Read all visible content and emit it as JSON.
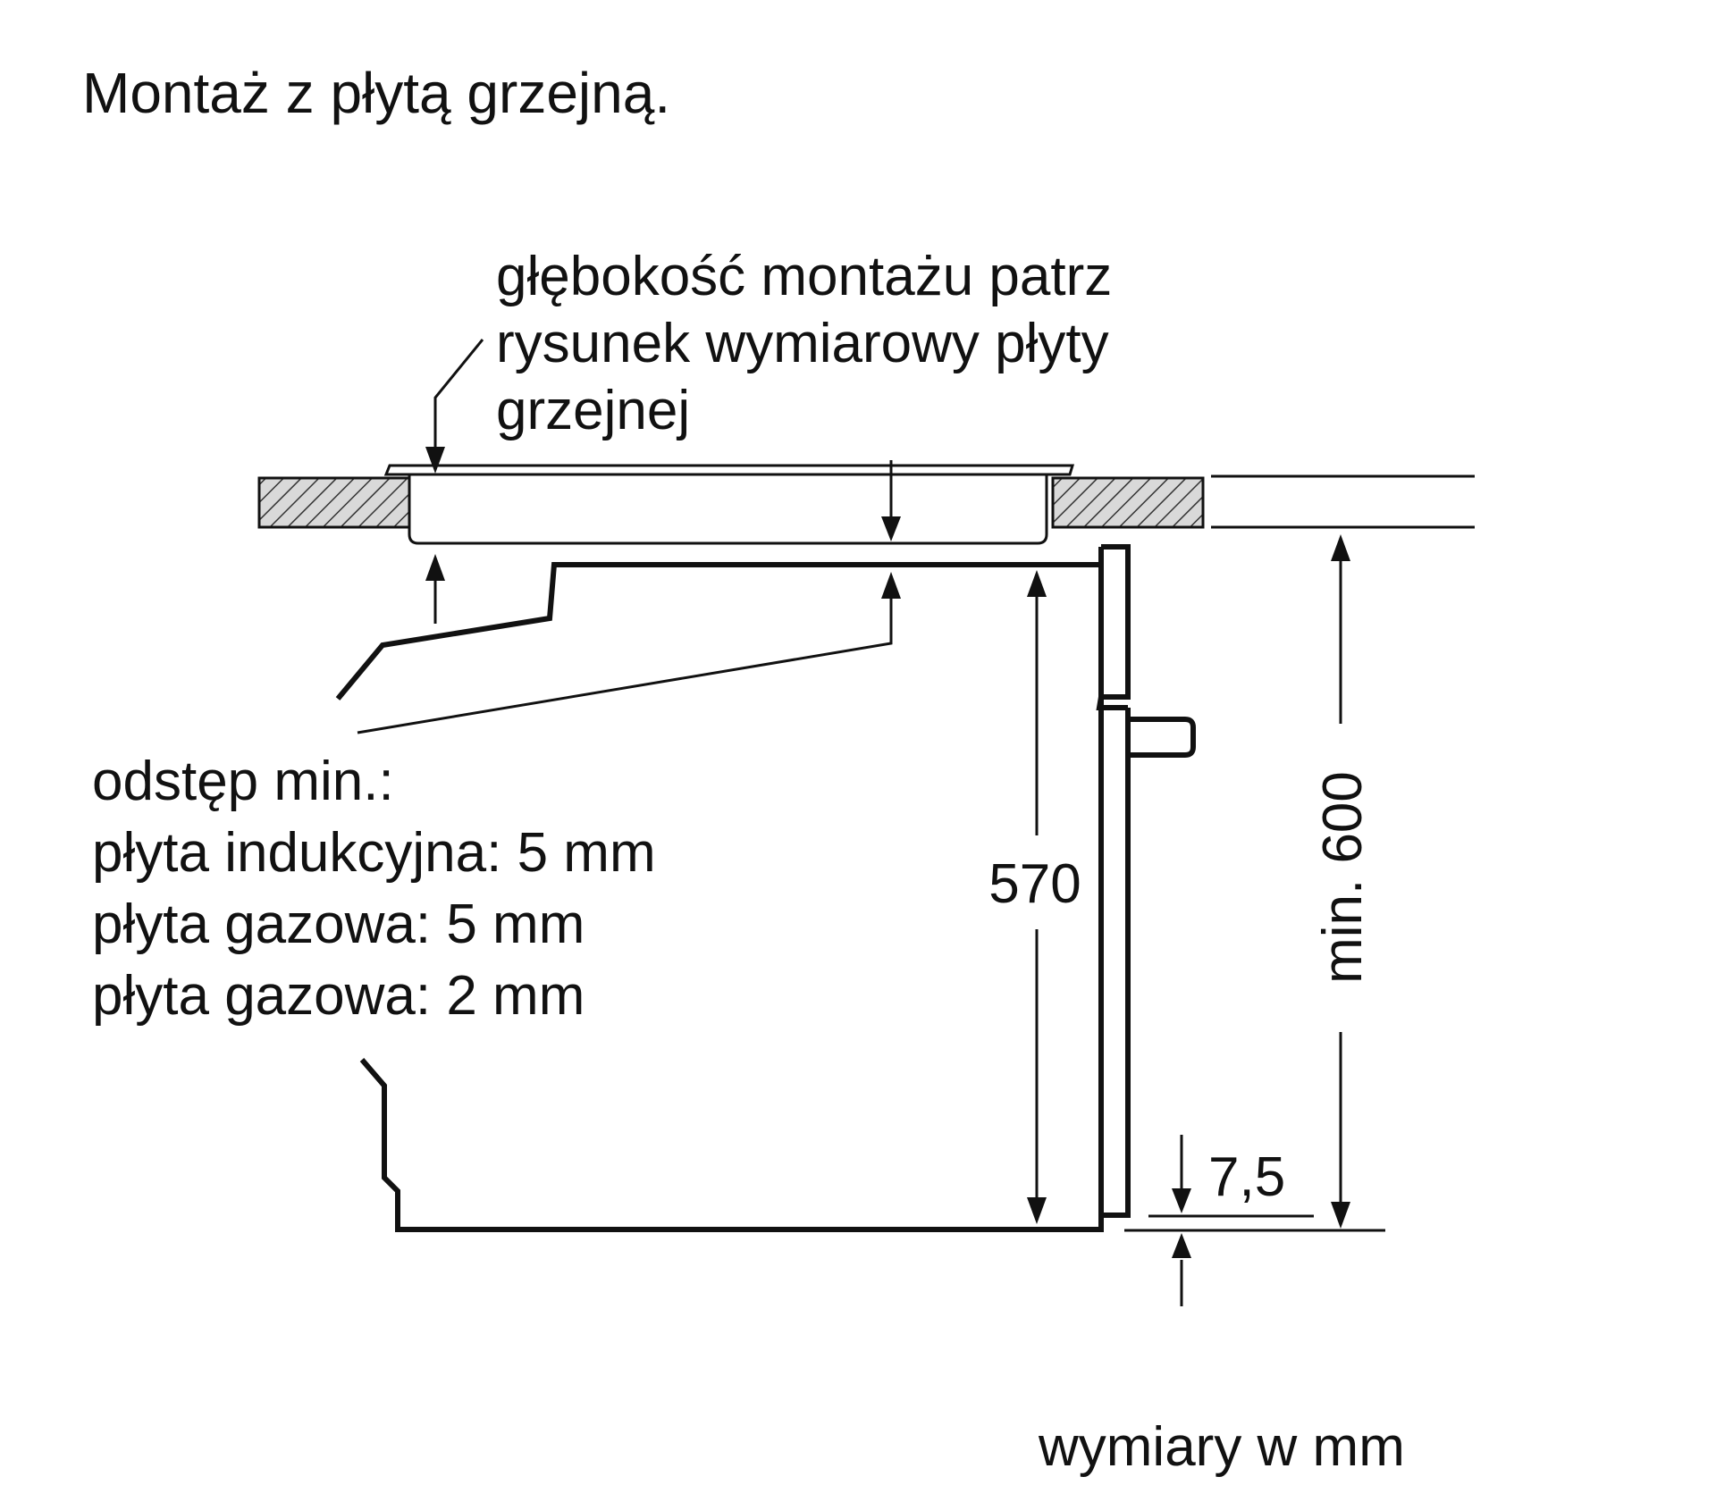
{
  "title": "Montaż z płytą grzejną.",
  "hob_note": {
    "lines": [
      "głębokość montażu patrz",
      "rysunek wymiarowy płyty",
      "grzejnej"
    ]
  },
  "clearance_note": {
    "lines": [
      "odstęp min.:",
      "płyta indukcyjna: 5 mm",
      "płyta gazowa: 5 mm",
      "płyta gazowa: 2 mm"
    ]
  },
  "dimensions": {
    "oven_height": "570",
    "niche_height": "min. 600",
    "offset": "7,5"
  },
  "units_note": "wymiary w mm",
  "colors": {
    "line": "#111111",
    "hatch_fill": "#d9d9d9",
    "background": "#ffffff"
  }
}
